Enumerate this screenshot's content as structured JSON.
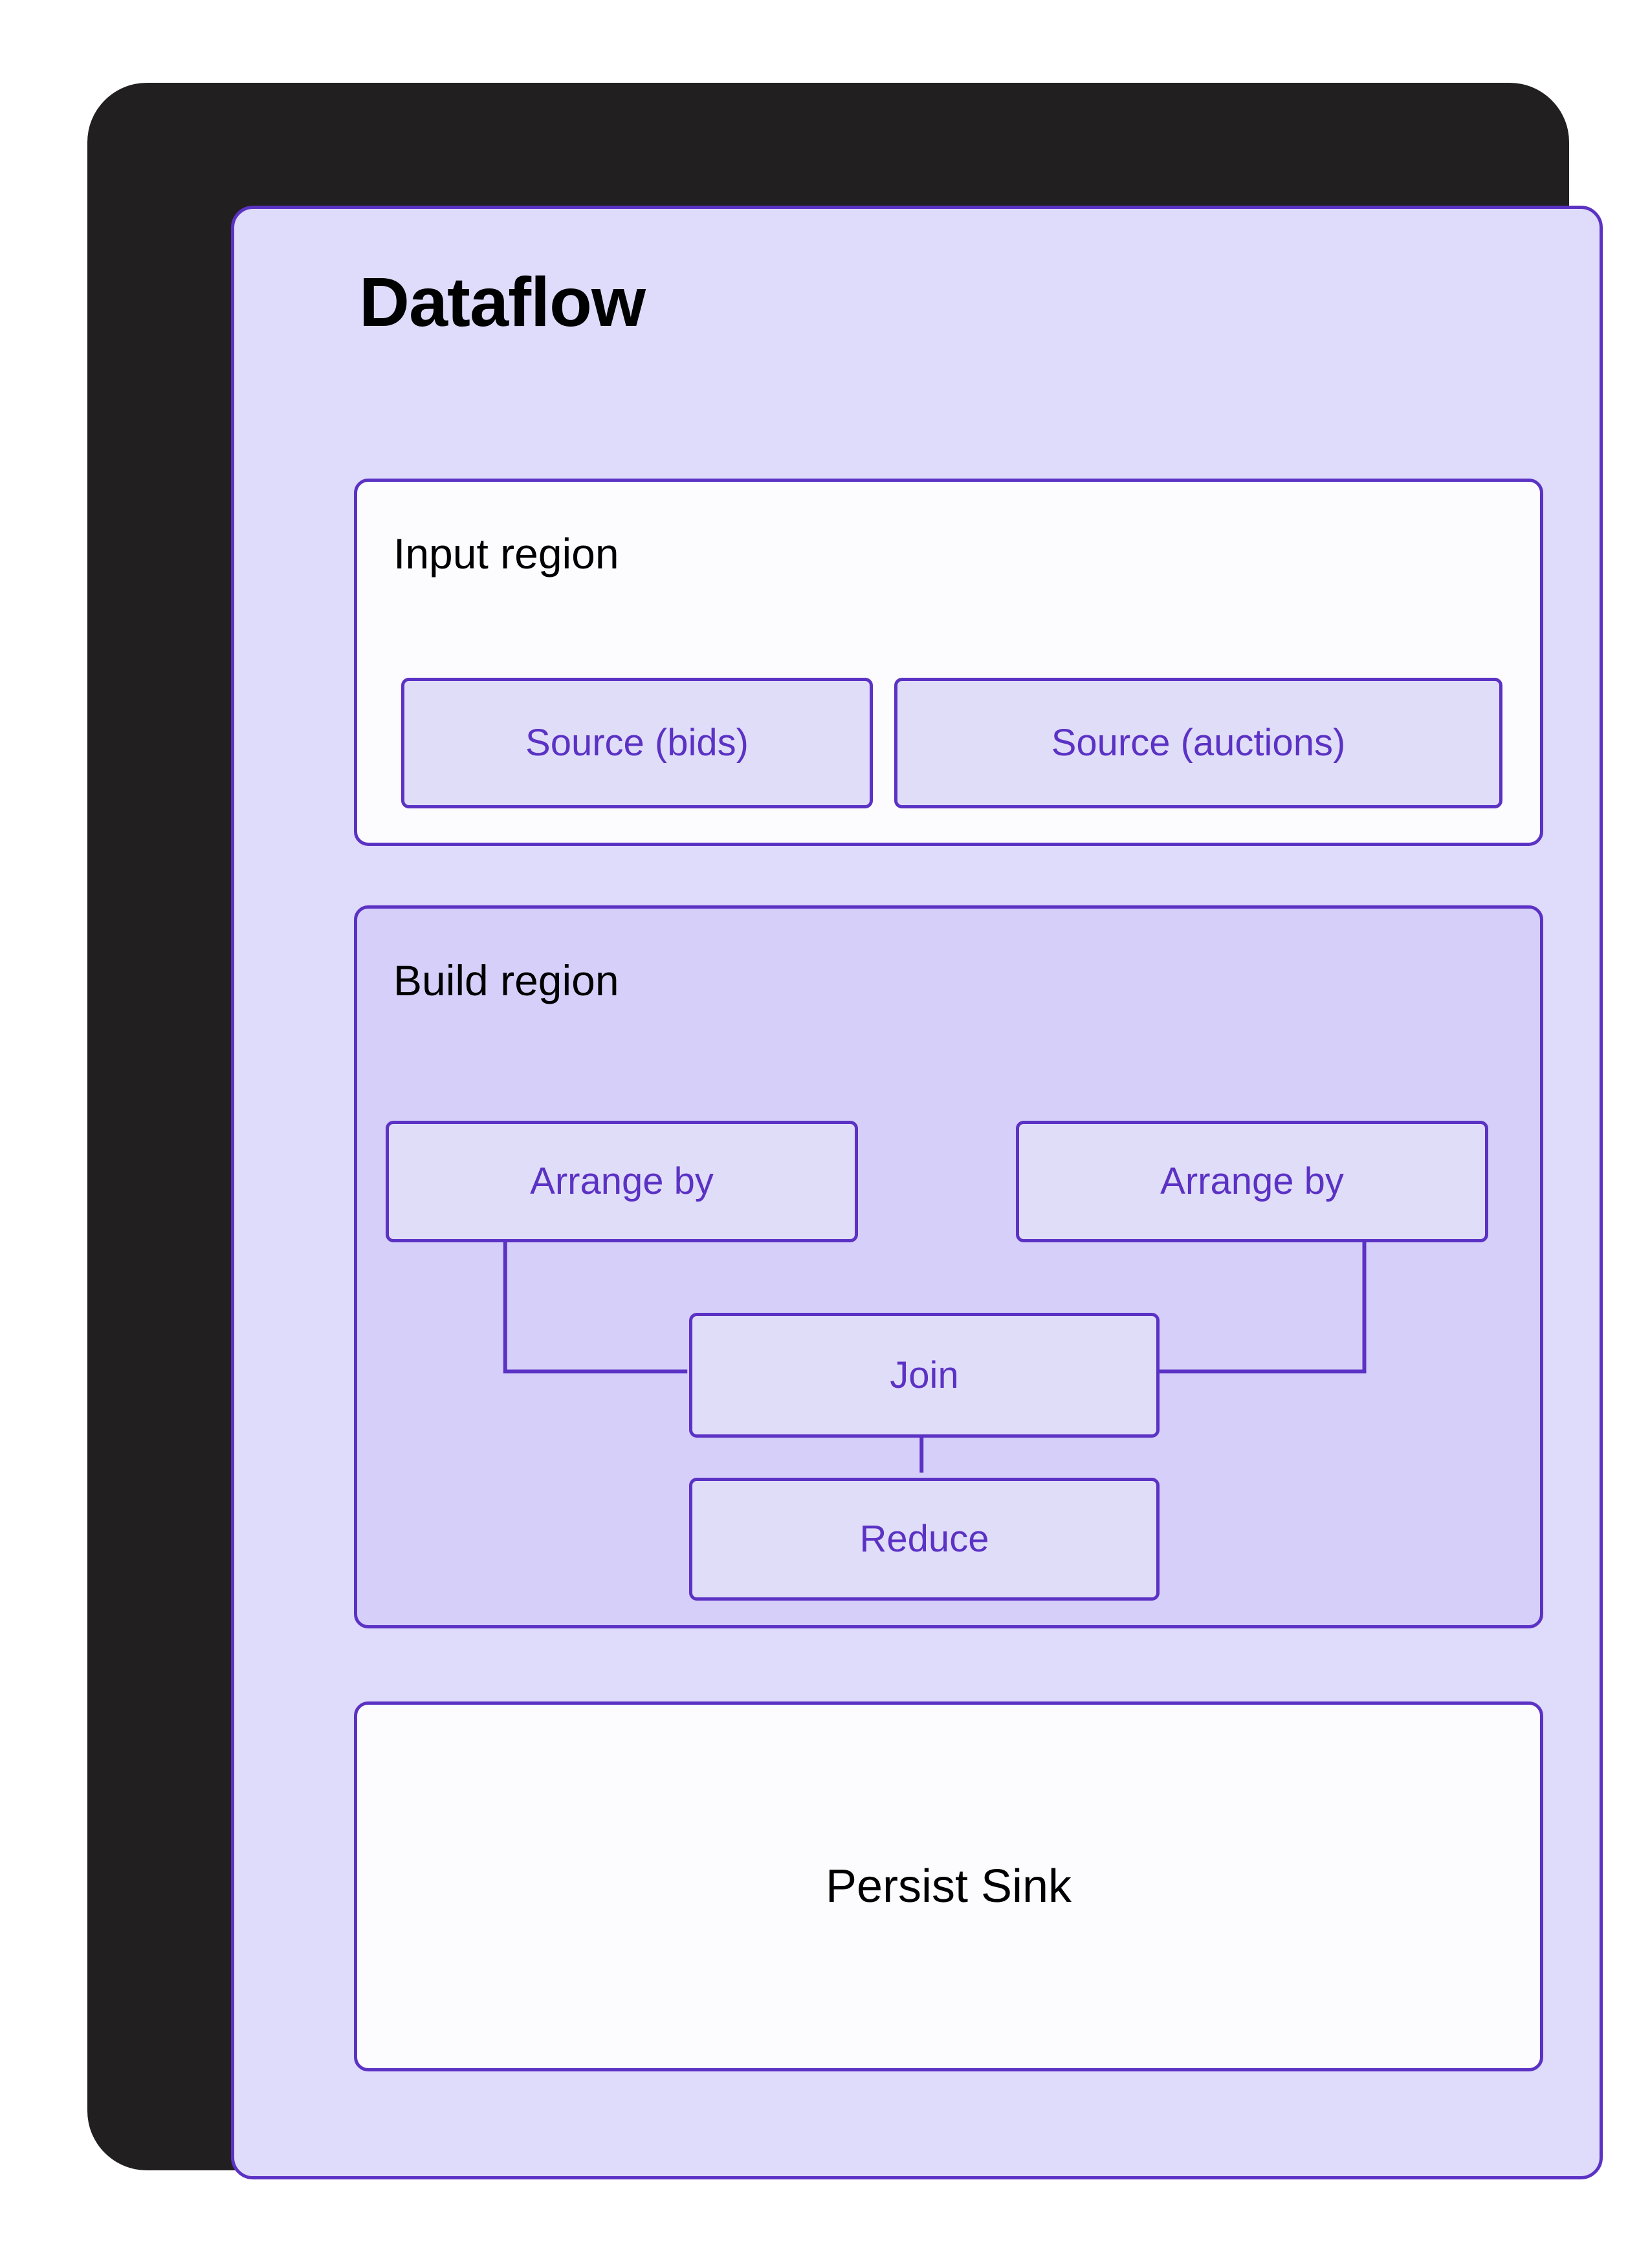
{
  "diagram": {
    "title": "Dataflow",
    "frame": {
      "accent_color": "#5B32C4",
      "frame_color": "#211F20",
      "panel_bg": "#DEDBFB"
    },
    "regions": [
      {
        "id": "input",
        "title": "Input region",
        "bg": "#FCFBFE",
        "nodes": [
          {
            "label": "Source (bids)"
          },
          {
            "label": "Source (auctions)"
          }
        ]
      },
      {
        "id": "build",
        "title": "Build region",
        "bg": "#D5CFFA",
        "nodes": [
          {
            "label": "Arrange by"
          },
          {
            "label": "Arrange by"
          },
          {
            "label": "Join"
          },
          {
            "label": "Reduce"
          }
        ],
        "edges": [
          {
            "from": "Arrange by (left)",
            "to": "Join"
          },
          {
            "from": "Arrange by (right)",
            "to": "Join"
          },
          {
            "from": "Join",
            "to": "Reduce"
          }
        ]
      },
      {
        "id": "sink",
        "title": "Persist Sink",
        "bg": "#FCFBFE",
        "nodes": []
      }
    ]
  }
}
